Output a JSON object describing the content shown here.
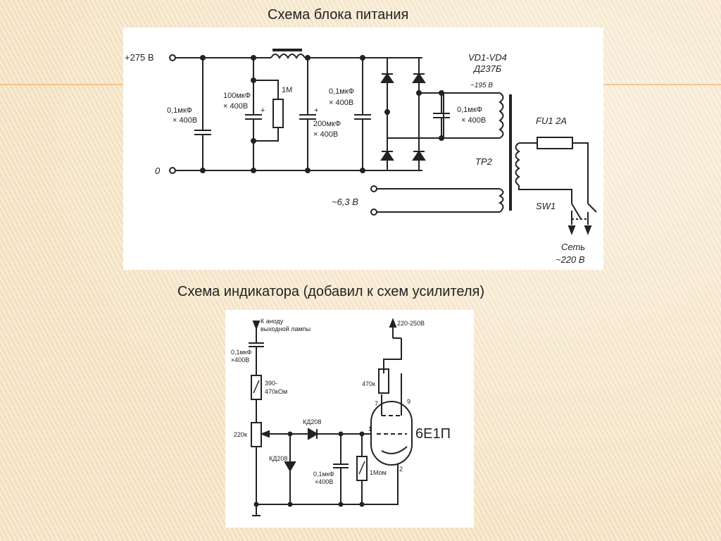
{
  "slide": {
    "title_psu": "Схема блока питания",
    "title_indicator": "Схема индикатора (добавил к схем усилителя)"
  },
  "psu": {
    "plus275": "+275 В",
    "zero": "0",
    "c1a": "0,1мкФ",
    "c1b": "× 400В",
    "c2a": "100мкФ",
    "c2b": "× 400В",
    "r1": "1М",
    "c3a": "200мкФ",
    "c3b": "× 400В",
    "c4a": "0,1мкФ",
    "c4b": "× 400В",
    "vd": "VD1-VD4",
    "vd_type": "Д237Б",
    "v195": "~195 В",
    "c5a": "0,1мкФ",
    "c5b": "× 400В",
    "fu": "FU1  2А",
    "tr": "ТР2",
    "v63": "~6,3 В",
    "sw": "SW1",
    "mains1": "Сеть",
    "mains2": "~220 В"
  },
  "ind": {
    "anode1": "К аноду",
    "anode2": "выходной лампы",
    "v220": "220-250В",
    "c1a": "0,1мкФ",
    "c1b": "×400В",
    "r1a": "390-",
    "r1b": "470кОм",
    "pot": "220к",
    "d1": "КД208",
    "d2": "КД208",
    "c2a": "0,1мкФ",
    "c2b": "×400В",
    "r2": "1Мом",
    "r3": "470к",
    "pin7": "7",
    "pin9": "9",
    "pin1": "1",
    "pin2": "2",
    "tube": "6Е1П"
  }
}
